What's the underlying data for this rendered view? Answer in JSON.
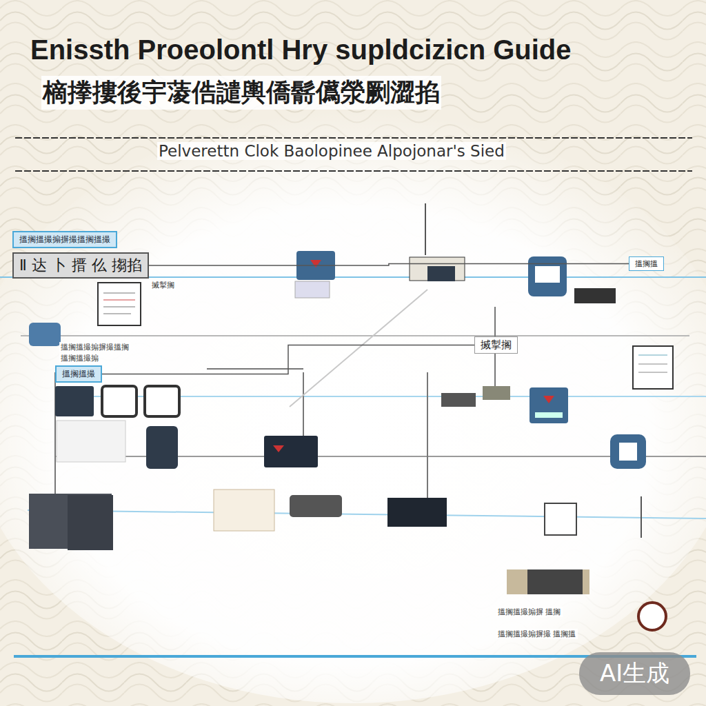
{
  "diagram": {
    "title": "Enissth Proeolontl Hry supldcizicn Guide",
    "nodes": [
      {
        "text": [
          "搵搁搵撮搧摒撮搵搁搵撮"
        ]
      },
      {
        "text": [
          "Ⅱ 达 卜 搢 仫 搊掐"
        ]
      },
      {
        "text": [
          "搵搁搵"
        ]
      },
      {
        "text": [
          "搣掣搁"
        ]
      },
      {
        "text": [
          "搵搁搵撮"
        ]
      }
    ],
    "edges": [
      {
        "from": 1,
        "to": 2,
        "arrow": "none"
      },
      {
        "from": 4,
        "to": 3,
        "arrow": "none"
      }
    ],
    "labels": [
      "樀搼摟後宇蓤俈譴輿僑鬋儰滎劂澀掐",
      "Pelverettn Clok Baolopinee Alpojonar's Sied",
      "搣掣搁",
      "搵搁搵撮搧摒撮搵搁",
      "搵搁搵撮搧",
      "搵搁搵撮搧摒 搵搁",
      "搵搁搵撮搧摒撮 搵搁搵",
      "AI生成"
    ]
  }
}
